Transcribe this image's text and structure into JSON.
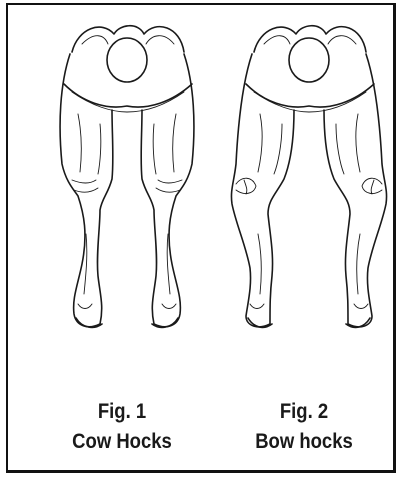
{
  "figures": [
    {
      "number_label": "Fig. 1",
      "caption": "Cow Hocks"
    },
    {
      "number_label": "Fig. 2",
      "caption": "Bow hocks"
    }
  ]
}
